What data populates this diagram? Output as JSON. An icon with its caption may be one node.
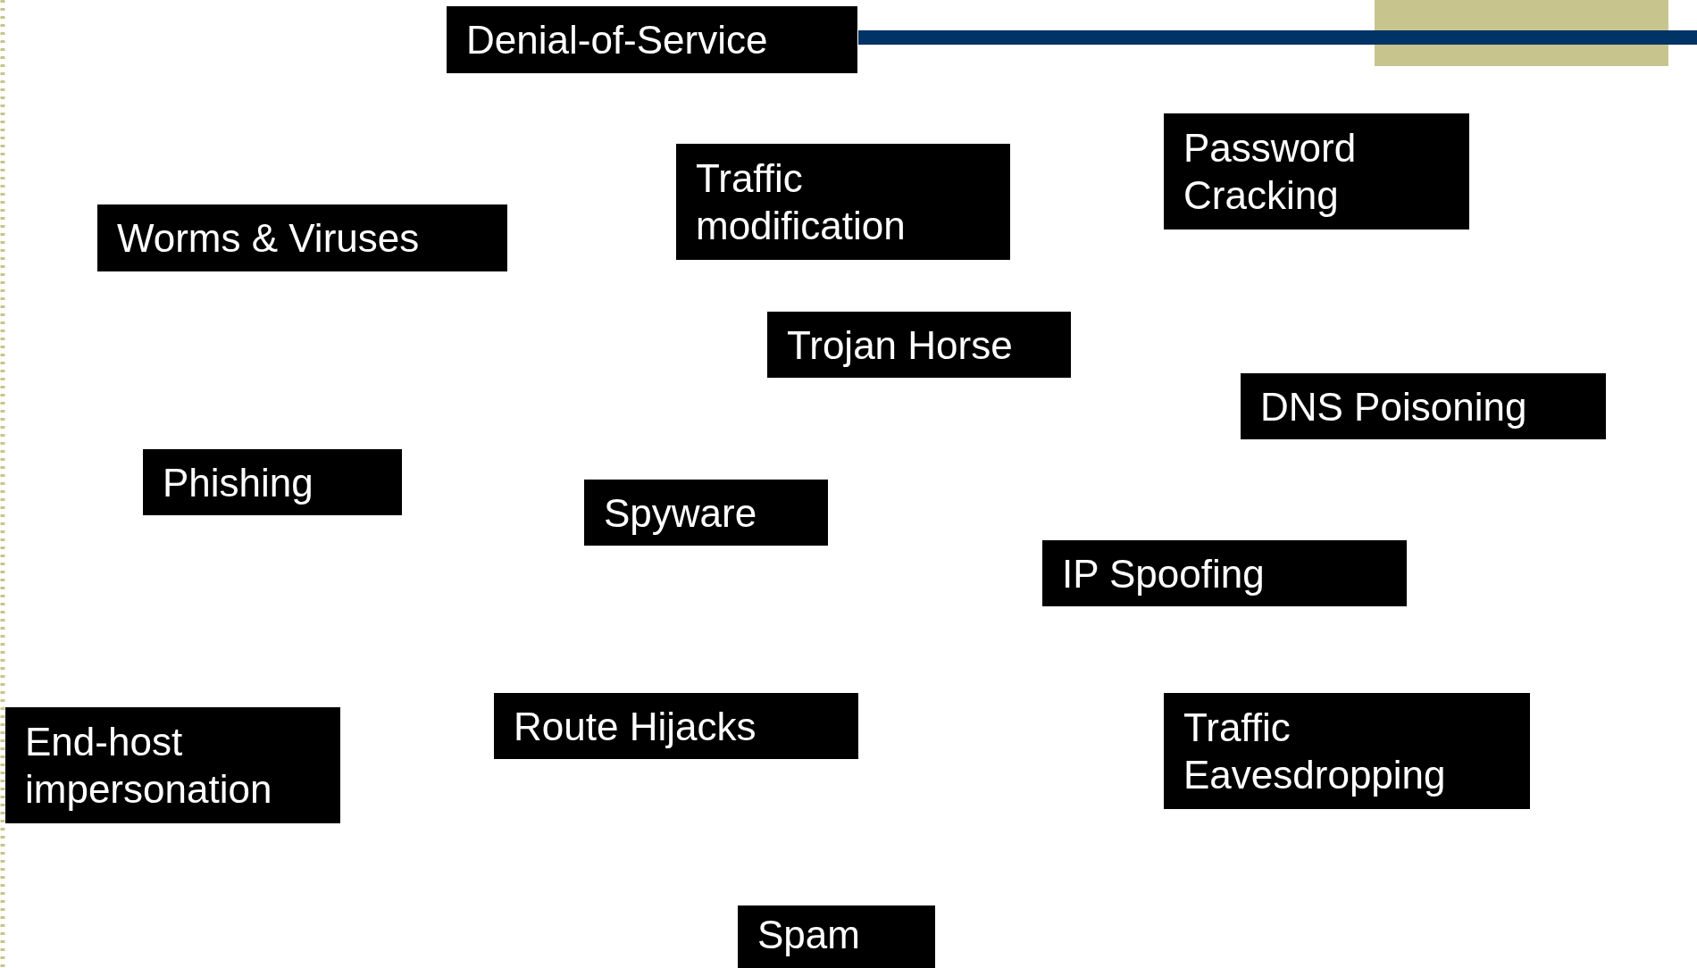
{
  "diagram": {
    "nodes": [
      {
        "text": [
          "Denial-of-Service"
        ]
      },
      {
        "text": [
          "Password Cracking"
        ]
      },
      {
        "text": [
          "Traffic modification"
        ]
      },
      {
        "text": [
          "Worms & Viruses"
        ]
      },
      {
        "text": [
          "Trojan Horse"
        ]
      },
      {
        "text": [
          "DNS Poisoning"
        ]
      },
      {
        "text": [
          "Phishing"
        ]
      },
      {
        "text": [
          "Spyware"
        ]
      },
      {
        "text": [
          "IP Spoofing"
        ]
      },
      {
        "text": [
          "Route Hijacks"
        ]
      },
      {
        "text": [
          "End-host impersonation"
        ]
      },
      {
        "text": [
          "Traffic Eavesdropping"
        ]
      },
      {
        "text": [
          "Spam"
        ]
      }
    ]
  }
}
